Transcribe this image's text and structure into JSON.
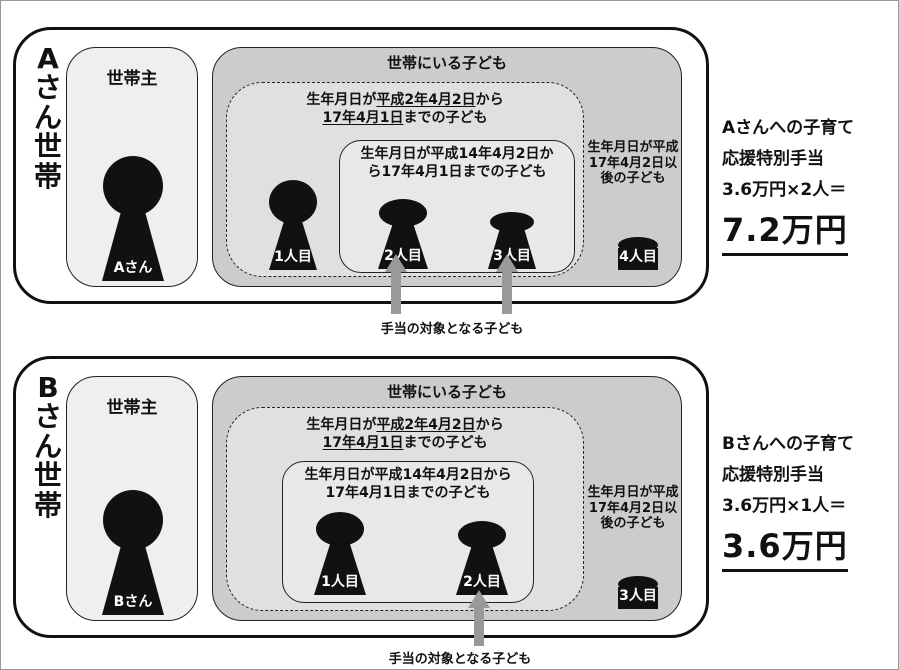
{
  "households": [
    {
      "id": "a",
      "label": [
        "A",
        "さ",
        "ん",
        "世",
        "帯"
      ],
      "head_title": "世帯主",
      "head_person": "Aさん",
      "children_title": "世帯にいる子ども",
      "dashed_title_line1": [
        "生年月日が",
        "平成2年4月2日",
        "から"
      ],
      "dashed_title_line2": [
        "17年4月1日",
        "までの子ども"
      ],
      "inner_title": "生年月日が平成14年4月2日から17年4月1日までの子ども",
      "later_title": "生年月日が平成17年4月2日以後の子ども",
      "children": [
        "1人目",
        "2人目",
        "3人目",
        "4人目"
      ],
      "eligible_caption": "手当の対象となる子ども",
      "calc": {
        "line1": "Aさんへの子育て",
        "line2": "応援特別手当",
        "line3": "3.6万円×2人＝",
        "total": "7.2万円"
      }
    },
    {
      "id": "b",
      "label": [
        "B",
        "さ",
        "ん",
        "世",
        "帯"
      ],
      "head_title": "世帯主",
      "head_person": "Bさん",
      "children_title": "世帯にいる子ども",
      "dashed_title_line1": [
        "生年月日が",
        "平成2年4月2日",
        "から"
      ],
      "dashed_title_line2": [
        "17年4月1日",
        "までの子ども"
      ],
      "inner_title": "生年月日が平成14年4月2日から17年4月1日までの子ども",
      "later_title": "生年月日が平成17年4月2日以後の子ども",
      "children": [
        "1人目",
        "2人目",
        "3人目"
      ],
      "eligible_caption": "手当の対象となる子ども",
      "calc": {
        "line1": "Bさんへの子育て",
        "line2": "応援特別手当",
        "line3": "3.6万円×1人＝",
        "total": "3.6万円"
      }
    }
  ],
  "colors": {
    "border": "#111111",
    "panel_light": "#efefef",
    "panel_gray": "#cccccc",
    "arrow": "#999999"
  }
}
